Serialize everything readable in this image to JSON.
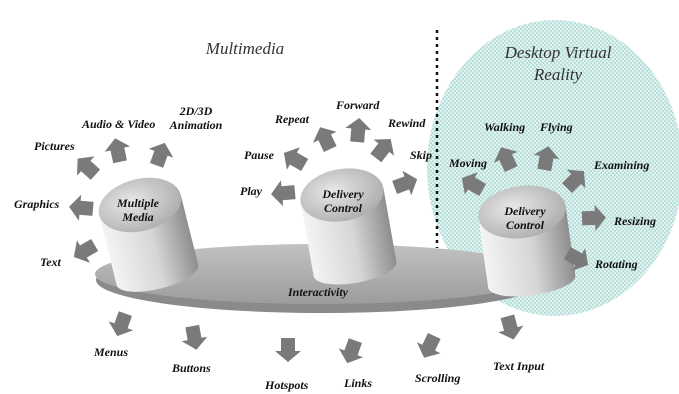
{
  "sections": {
    "multimedia": "Multimedia",
    "desktop_vr": "Desktop Virtual Reality"
  },
  "platform": {
    "label": "Interactivity"
  },
  "cylinders": {
    "multiple_media": "Multiple Media",
    "delivery_control_1": "Delivery Control",
    "delivery_control_2": "Delivery Control"
  },
  "media_labels": {
    "text": "Text",
    "graphics": "Graphics",
    "pictures": "Pictures",
    "audio_video": "Audio & Video",
    "animation": "2D/3D Animation"
  },
  "control_labels": {
    "play": "Play",
    "pause": "Pause",
    "repeat": "Repeat",
    "forward": "Forward",
    "rewind": "Rewind",
    "skip": "Skip"
  },
  "vr_labels": {
    "moving": "Moving",
    "walking": "Walking",
    "flying": "Flying",
    "examining": "Examining",
    "resizing": "Resizing",
    "rotating": "Rotating"
  },
  "interactivity_labels": {
    "menus": "Menus",
    "buttons": "Buttons",
    "hotspots": "Hotspots",
    "links": "Links",
    "scrolling": "Scrolling",
    "text_input": "Text Input"
  },
  "colors": {
    "arrow": "#7a7a7a",
    "platform": "#b4b4b4",
    "cylinder_light": "#f2f2f2",
    "cylinder_dark": "#9a9a9a",
    "vr_ellipse": "#cfe9e6",
    "divider": "#111111"
  }
}
